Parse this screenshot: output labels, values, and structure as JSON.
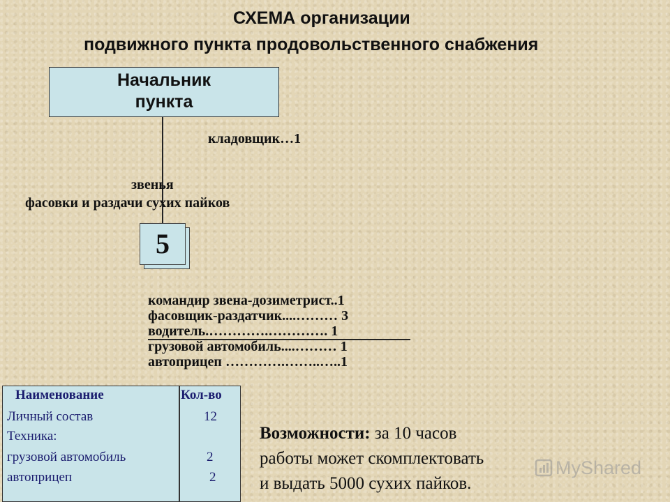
{
  "title": {
    "line1": "СХЕМА организации",
    "line2": "подвижного пункта продовольственного снабжения"
  },
  "chief_box": {
    "line1": "Начальник",
    "line2": "пункта"
  },
  "storekeeper": "кладовщик…1",
  "units": {
    "line1": "звенья",
    "line2": "фасовки и раздачи сухих пайков",
    "count": "5"
  },
  "unit_staff": [
    "командир звена-дозиметрист..1",
    "фасовщик-раздатчик....……… 3",
    "водитель.………….…………. 1",
    "грузовой автомобиль....……… 1",
    "автоприцеп ………….……..…..1"
  ],
  "table": {
    "headers": [
      "Наименование",
      "Кол-во"
    ],
    "rows": [
      {
        "name": "Личный состав",
        "qty": "12"
      },
      {
        "name": "Техника:",
        "qty": ""
      },
      {
        "name": "грузовой автомобиль",
        "qty": "2"
      },
      {
        "name": "автоприцеп",
        "qty": "2"
      }
    ]
  },
  "capabilities": {
    "label": "Возможности:",
    "line1_rest": " за 10 часов",
    "line2": "работы может скомплектовать",
    "line3": "и выдать 5000 сухих пайков."
  },
  "watermark": "MyShared",
  "colors": {
    "background": "#e3d6b6",
    "box_fill": "#c9e4e9",
    "table_text": "#1a1c6e"
  }
}
